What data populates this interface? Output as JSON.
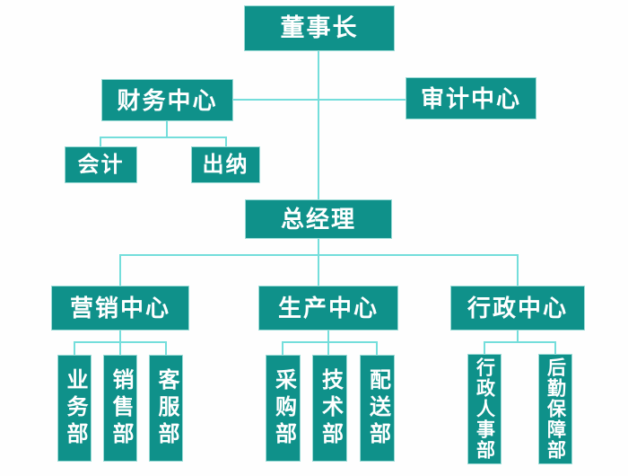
{
  "colors": {
    "box_fill": "#0f918a",
    "box_text": "#ffffff",
    "connector": "#74dedb"
  },
  "nodes": {
    "chairman": "董事长",
    "finance": "财务中心",
    "audit": "审计中心",
    "accounting": "会计",
    "cashier": "出纳",
    "general_manager": "总经理",
    "marketing": "营销中心",
    "production": "生产中心",
    "admin": "行政中心",
    "business_dept": "业务部",
    "sales_dept": "销售部",
    "customer_service_dept": "客服部",
    "purchasing_dept": "采购部",
    "tech_dept": "技术部",
    "distribution_dept": "配送部",
    "admin_hr_dept": "行政人事部",
    "logistics_dept": "后勤保障部"
  },
  "structure": {
    "label": "董事长",
    "children": [
      {
        "label": "财务中心",
        "children": [
          {
            "label": "会计"
          },
          {
            "label": "出纳"
          }
        ]
      },
      {
        "label": "审计中心"
      },
      {
        "label": "总经理",
        "children": [
          {
            "label": "营销中心",
            "children": [
              {
                "label": "业务部"
              },
              {
                "label": "销售部"
              },
              {
                "label": "客服部"
              }
            ]
          },
          {
            "label": "生产中心",
            "children": [
              {
                "label": "采购部"
              },
              {
                "label": "技术部"
              },
              {
                "label": "配送部"
              }
            ]
          },
          {
            "label": "行政中心",
            "children": [
              {
                "label": "行政人事部"
              },
              {
                "label": "后勤保障部"
              }
            ]
          }
        ]
      }
    ]
  }
}
